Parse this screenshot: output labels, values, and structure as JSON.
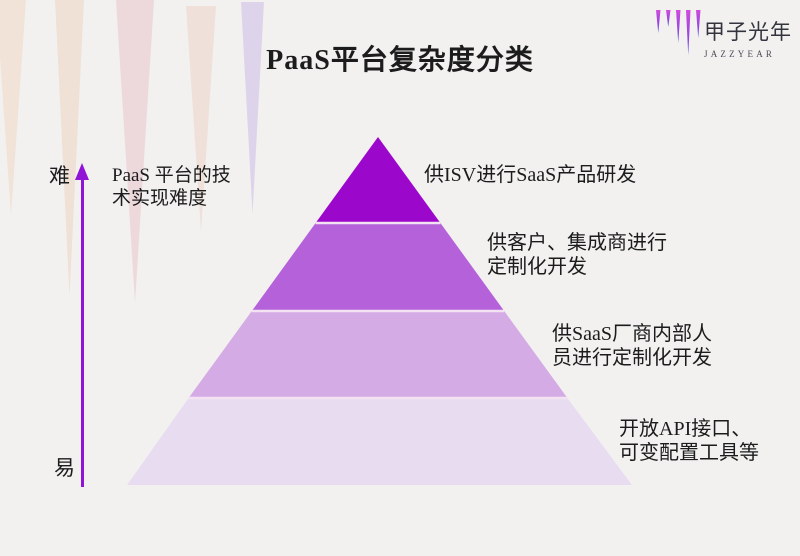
{
  "title": "PaaS平台复杂度分类",
  "logo": {
    "name": "甲子光年",
    "subtitle": "JAZZYEAR"
  },
  "axis": {
    "top_label": "难",
    "bottom_label": "易",
    "caption_line1": "PaaS 平台的技",
    "caption_line2": "术实现难度"
  },
  "pyramid": {
    "levels": [
      {
        "rank": 1,
        "color": "#9b08cc",
        "label_line1": "供ISV进行SaaS产品研发",
        "label_line2": ""
      },
      {
        "rank": 2,
        "color": "#b561da",
        "label_line1": "供客户、集成商进行",
        "label_line2": "定制化开发"
      },
      {
        "rank": 3,
        "color": "#d4abe5",
        "label_line1": "供SaaS厂商内部人",
        "label_line2": "员进行定制化开发"
      },
      {
        "rank": 4,
        "color": "#e8ddf0",
        "label_line1": "开放API接口、",
        "label_line2": "可变配置工具等"
      }
    ]
  },
  "theme": {
    "background": "#f2f1f0",
    "arrow_color": "#9013d6",
    "text_color": "#1c1c1c",
    "separator_color": "#f3e3f2",
    "logo_gradient_top": "#cf4ddb",
    "logo_gradient_bottom": "#5a52e2"
  }
}
